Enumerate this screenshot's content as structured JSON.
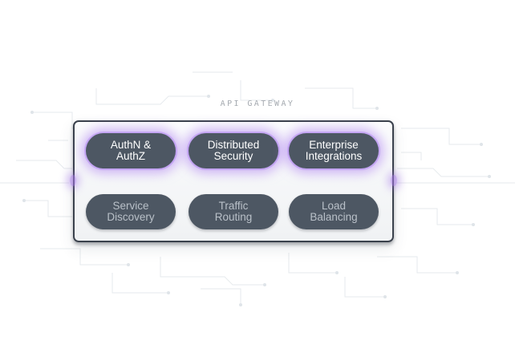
{
  "diagram": {
    "caption": "API GATEWAY",
    "capabilities": [
      {
        "line1": "AuthN &",
        "line2": "AuthZ",
        "highlighted": true
      },
      {
        "line1": "Distributed",
        "line2": "Security",
        "highlighted": true
      },
      {
        "line1": "Enterprise",
        "line2": "Integrations",
        "highlighted": true
      },
      {
        "line1": "Service",
        "line2": "Discovery",
        "highlighted": false
      },
      {
        "line1": "Traffic",
        "line2": "Routing",
        "highlighted": false
      },
      {
        "line1": "Load",
        "line2": "Balancing",
        "highlighted": false
      }
    ]
  },
  "colors": {
    "pill_fill": "#4d5763",
    "highlight_glow": "#aa78f0",
    "panel_border": "#3a414c",
    "muted_text": "#b9c0c8"
  }
}
